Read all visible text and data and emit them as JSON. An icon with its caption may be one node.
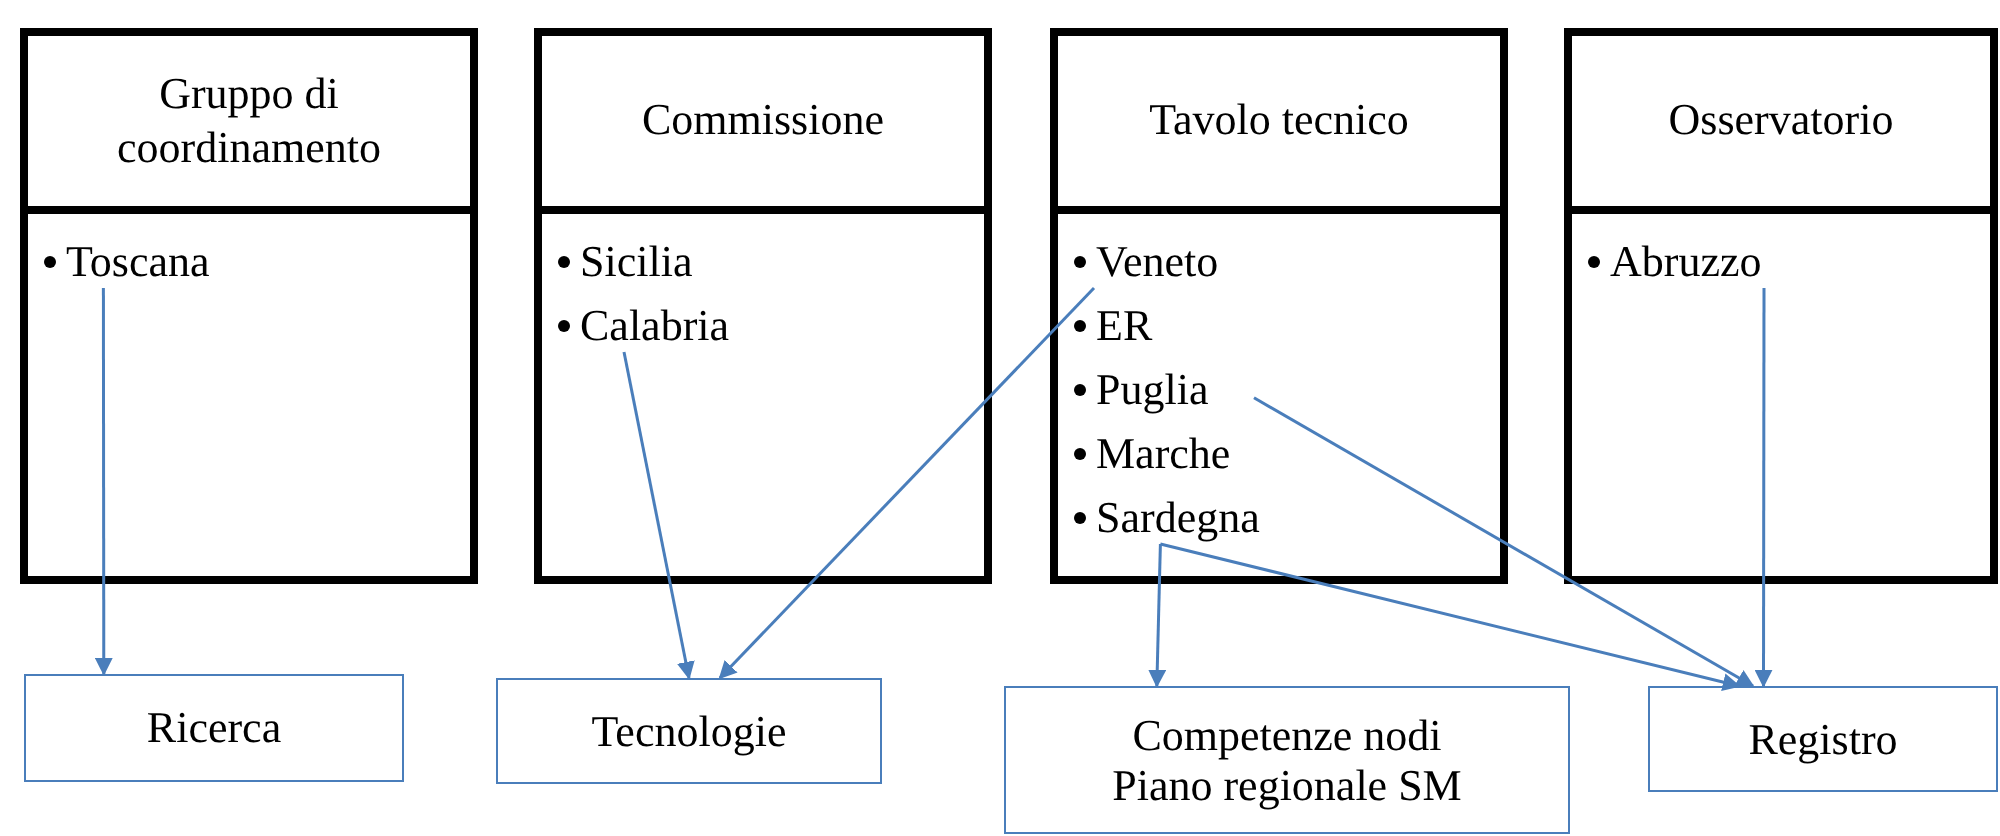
{
  "diagram": {
    "nodes": [
      {
        "text": [
          "Gruppo di coordinamento"
        ]
      },
      {
        "text": [],
        "shape": "box"
      },
      {
        "text": [
          "Toscana"
        ],
        "in": 1
      },
      {
        "text": [
          "Commissione"
        ]
      },
      {
        "text": [],
        "shape": "box"
      },
      {
        "text": [
          "Sicilia"
        ],
        "in": 4
      },
      {
        "text": [
          "Calabria"
        ],
        "in": 4
      },
      {
        "text": [
          "Tavolo tecnico"
        ]
      },
      {
        "text": [],
        "shape": "box"
      },
      {
        "text": [
          "Veneto"
        ],
        "in": 8
      },
      {
        "text": [
          "ER"
        ],
        "in": 8
      },
      {
        "text": [
          "Puglia"
        ],
        "in": 8
      },
      {
        "text": [
          "Marche"
        ],
        "in": 8
      },
      {
        "text": [
          "Sardegna"
        ],
        "in": 8
      },
      {
        "text": [
          "Osservatorio"
        ]
      },
      {
        "text": [],
        "shape": "box"
      },
      {
        "text": [
          "Abruzzo"
        ],
        "in": 15
      },
      {
        "text": [
          "Ricerca"
        ]
      },
      {
        "text": [
          "Tecnologie"
        ]
      },
      {
        "text": [
          "Competenze nodi Piano regionale SM"
        ]
      },
      {
        "text": [
          "Registro"
        ]
      }
    ],
    "edges": [
      {
        "from": 2,
        "to": 17,
        "arrow": "to"
      },
      {
        "from": 6,
        "to": 18,
        "arrow": "to"
      },
      {
        "from": 9,
        "to": 18,
        "arrow": "to"
      },
      {
        "from": 11,
        "to": 20,
        "arrow": "to"
      },
      {
        "from": 13,
        "to": 19,
        "arrow": "to"
      },
      {
        "from": 13,
        "to": 20,
        "arrow": "to"
      },
      {
        "from": 16,
        "to": 20,
        "arrow": "to"
      }
    ]
  }
}
